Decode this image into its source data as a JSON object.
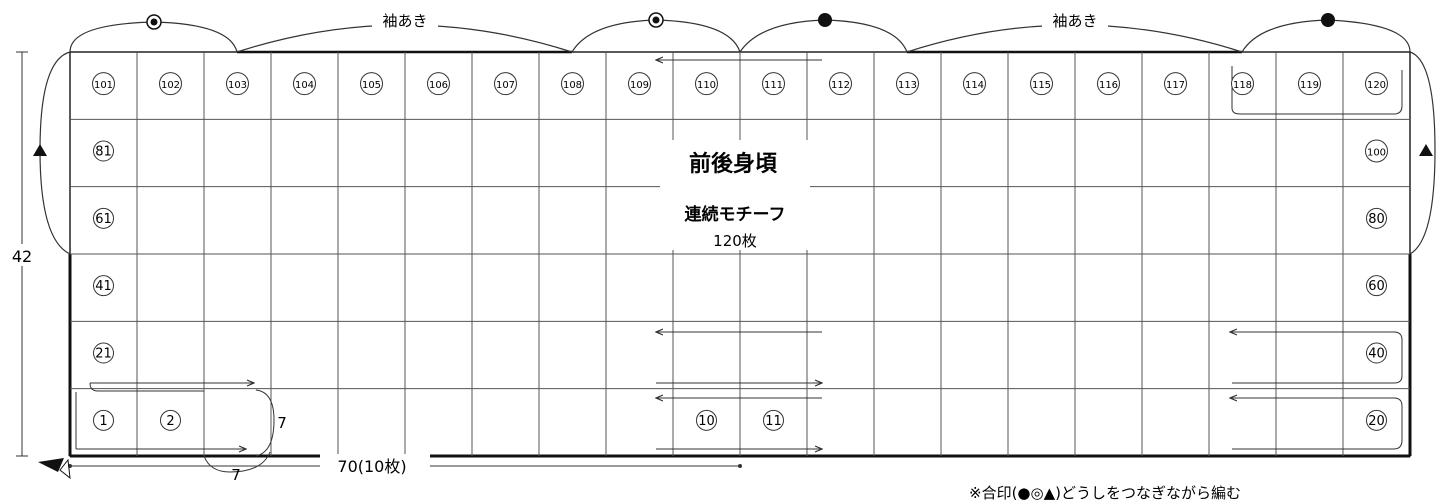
{
  "sleeve_label": "袖あき",
  "title": "前後身頃",
  "subtitle": "連続モチーフ",
  "count": "120枚",
  "height_label": "42",
  "width_label": "70(10枚)",
  "motif_size_label": "7",
  "note": "※合印(●◎▲)どうしをつなぎながら編む",
  "grid": {
    "cols": 20,
    "rows": 6
  },
  "row_start_numbers": [
    101,
    81,
    61,
    41,
    21,
    1
  ],
  "row_end_numbers": [
    120,
    100,
    80,
    60,
    40,
    20
  ],
  "bottom_row_numbers": [
    1,
    2,
    10,
    11,
    20
  ],
  "bottom_row_columns": [
    1,
    2,
    10,
    11,
    20
  ],
  "marks": {
    "circle_dot": "◎",
    "filled_circle": "●",
    "triangle": "▲"
  }
}
